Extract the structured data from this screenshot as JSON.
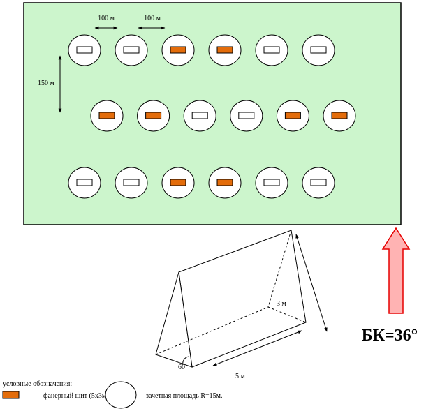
{
  "field": {
    "background": "#ccf5cc",
    "border": "#000000"
  },
  "dimensions": {
    "spacing_1": "100 м",
    "spacing_2": "100 м",
    "row_spacing": "150 м"
  },
  "rows": [
    {
      "targets": [
        "white",
        "white",
        "orange",
        "orange",
        "white",
        "white"
      ]
    },
    {
      "targets": [
        "orange",
        "orange",
        "white",
        "white",
        "orange",
        "orange"
      ]
    },
    {
      "targets": [
        "white",
        "white",
        "orange",
        "orange",
        "white",
        "white"
      ]
    }
  ],
  "target_colors": {
    "orange": "#e36c0a",
    "white": "#ffffff"
  },
  "shield": {
    "height_label": "3 м",
    "length_label": "5 м",
    "angle_label": "60"
  },
  "bearing": {
    "label": "БК=36°",
    "arrow_fill": "#ffb3b3",
    "arrow_stroke": "#e60000"
  },
  "legend": {
    "title": "условные обозначения:",
    "shield_label": "фанерный щит (5х3м.)",
    "area_label": "зачетная площадь R=15м."
  }
}
